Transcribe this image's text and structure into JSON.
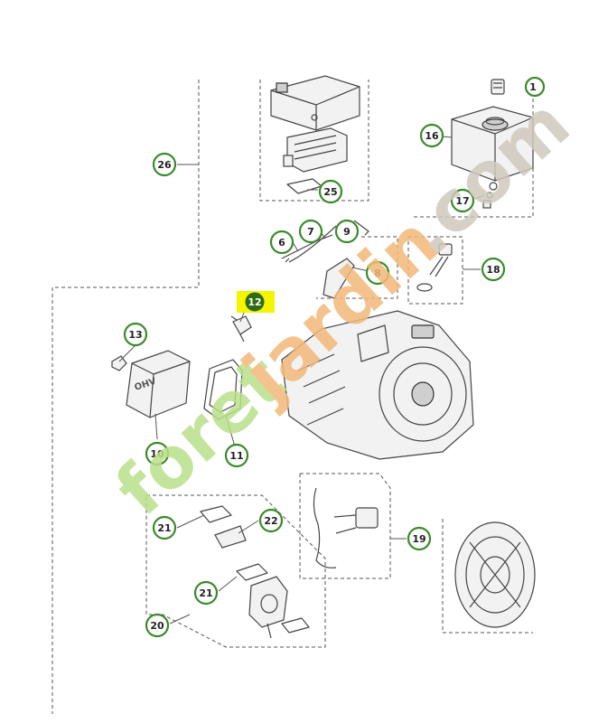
{
  "watermark": {
    "text_left": "foret",
    "text_mid": "jardin",
    "text_right": ".com",
    "color_left": "#b9e08a",
    "color_mid": "#f3b97a",
    "color_right": "#cfc8bd"
  },
  "callouts": {
    "c6": "6",
    "c7": "7",
    "c8": "8",
    "c9": "9",
    "c10": "10",
    "c11": "11",
    "c12": "12",
    "c13": "13",
    "c16": "16",
    "c17": "17",
    "c18": "18",
    "c19": "19",
    "c20": "20",
    "c21a": "21",
    "c21b": "21",
    "c22": "22",
    "c25": "25",
    "c26": "26",
    "c1partial": "1"
  },
  "highlight": {
    "callout": "12",
    "color": "#f5f500"
  },
  "colors": {
    "ring": "#3a8a2a",
    "highlight_ring": "#2e6b12"
  },
  "labels": {
    "head_cover_text": "OHV"
  }
}
